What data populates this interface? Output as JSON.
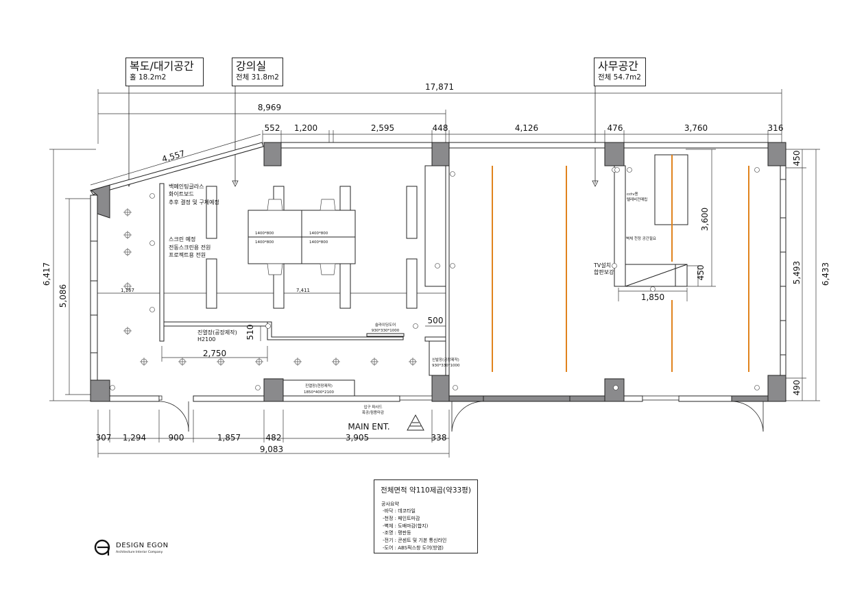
{
  "rooms": [
    {
      "name": "복도/대기공간",
      "area": "홀 18.2m2"
    },
    {
      "name": "강의실",
      "area": "전체 31.8m2"
    },
    {
      "name": "사무공간",
      "area": "전체 54.7m2"
    }
  ],
  "dimensions": {
    "top_total": "17,871",
    "top_sub": "8,969",
    "top_segments": [
      "552",
      "1,200",
      "2,595",
      "448",
      "4,126",
      "476",
      "3,760",
      "316"
    ],
    "diag_wall": "4,557",
    "bottom_segments": [
      "307",
      "1,294",
      "900",
      "1,857",
      "482",
      "3,905",
      "338"
    ],
    "bottom_total": "9,083",
    "left_outer": "6,417",
    "left_inner": "5,086",
    "right_outer": "6,433",
    "right_inner": "5,493",
    "right_top": "450",
    "right_bottom": "490",
    "kitchen_depth": "3,600",
    "tv_height": "450",
    "tv_width": "1,850",
    "display_width": "2,750",
    "display_depth": "510",
    "door_gap": "500",
    "interior_small": "1,167",
    "interior_long": "7,411"
  },
  "notes": {
    "whiteboard": [
      "백페인팅글라스",
      "화이트보드",
      "추후 결정 및 구체예정"
    ],
    "screen": [
      "스크린 예정",
      "전동스크린용 전원",
      "프로젝트용 전원"
    ],
    "desk_sizes": [
      "1400*800",
      "1400*800",
      "1400*800",
      "1400*800"
    ],
    "display_case": [
      "진열장(공장제작)",
      "H2100"
    ],
    "sliding_door": [
      "슬라이딩도어",
      "930*330*1000"
    ],
    "shoe_cabinet": [
      "신발장(공장제작)",
      "930*330*1000"
    ],
    "display_field": [
      "진열장(현장제작)",
      "1850*400*2100"
    ],
    "entrance_sash": [
      "입구 파사드",
      "폭공/점용마감"
    ],
    "main_entrance": "MAIN ENT.",
    "cctv": [
      "cctv용",
      "텔레비전매립"
    ],
    "wall_space": "벽체 천정 공간필요",
    "tv": [
      "TV설치",
      "합판보강"
    ]
  },
  "summary": {
    "title": "전체면적 약110제곱(약33평)",
    "subtitle": "공사요약",
    "items": [
      "-바닥 : 데코타일",
      "-천정 : 페인트마감",
      "-벽체 : 도배마감(합지)",
      "-조명 : 평판등",
      "-전기 : 콘센트 및 기본 통신라인",
      "-도어 : ABS픽스창 도어(방염)"
    ]
  },
  "logo": {
    "name": "DESIGN EGON",
    "tagline": "Architecture Interior Company"
  },
  "colors": {
    "wall": "#8a8a8c",
    "light": "#e0821c",
    "line": "#222222"
  }
}
